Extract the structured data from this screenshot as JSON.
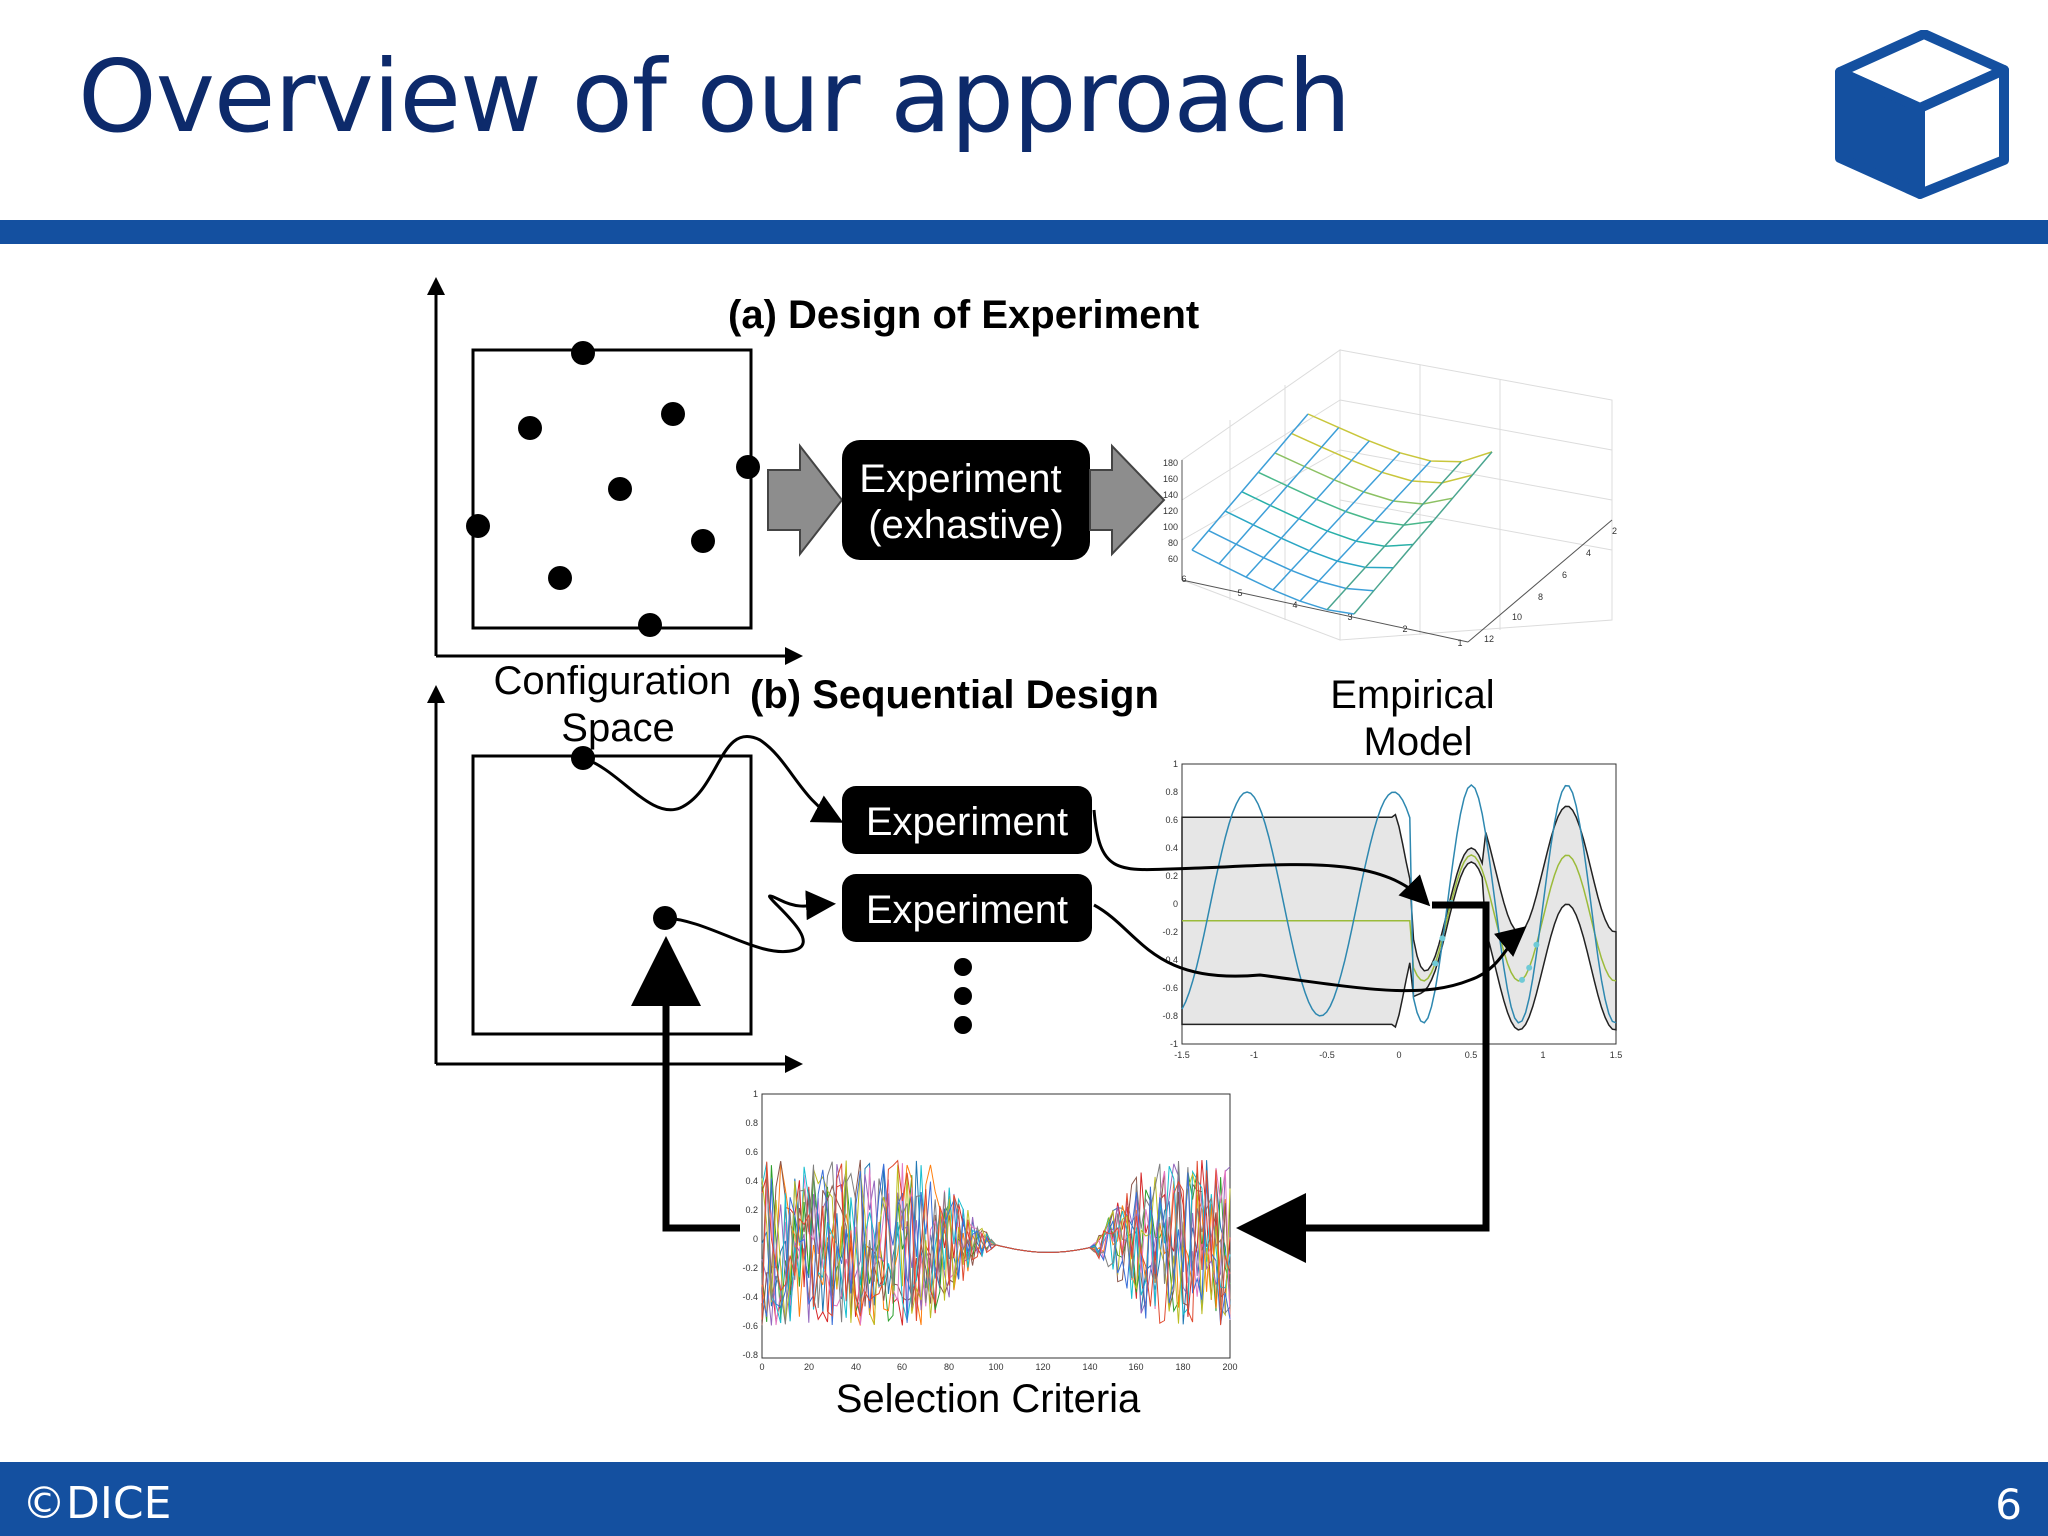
{
  "slide": {
    "title": "Overview of our approach",
    "page_number": "6",
    "footer_label": "©DICE"
  },
  "logo": {
    "icon": "cube-icon",
    "color": "#1450a0"
  },
  "colors": {
    "brand_blue": "#1450a0",
    "title_navy": "#0d2a6b"
  },
  "diagram": {
    "design_of_experiment_label": "(a) Design of Experiment",
    "sequential_design_label": "(b) Sequential Design",
    "configuration_space_label": [
      "Configuration",
      "Space"
    ],
    "empirical_model_label": [
      "Empirical",
      "Model"
    ],
    "selection_criteria_label": "Selection Criteria",
    "experiment_exhaustive_label": [
      "Experiment",
      "(exhastive)"
    ],
    "experiment_label": "Experiment"
  },
  "surface_plot": {
    "z_ticks": [
      "60",
      "80",
      "100",
      "120",
      "140",
      "160",
      "180"
    ],
    "x_ticks": [
      "6",
      "5",
      "4",
      "3",
      "2",
      "1"
    ],
    "y_ticks": [
      "2",
      "4",
      "6",
      "8",
      "10",
      "12"
    ]
  },
  "gp_plot": {
    "x_ticks": [
      "-1.5",
      "-1",
      "-0.5",
      "0",
      "0.5",
      "1",
      "1.5"
    ],
    "y_ticks": [
      "1",
      "0.8",
      "0.6",
      "0.4",
      "0.2",
      "0",
      "-0.2",
      "-0.4",
      "-0.6",
      "-0.8",
      "-1"
    ]
  },
  "criteria_plot": {
    "x_ticks": [
      "0",
      "20",
      "40",
      "60",
      "80",
      "100",
      "120",
      "140",
      "160",
      "180",
      "200"
    ],
    "y_ticks": [
      "1",
      "0.8",
      "0.6",
      "0.4",
      "0.2",
      "0",
      "-0.2",
      "-0.4",
      "-0.6",
      "-0.8"
    ]
  }
}
